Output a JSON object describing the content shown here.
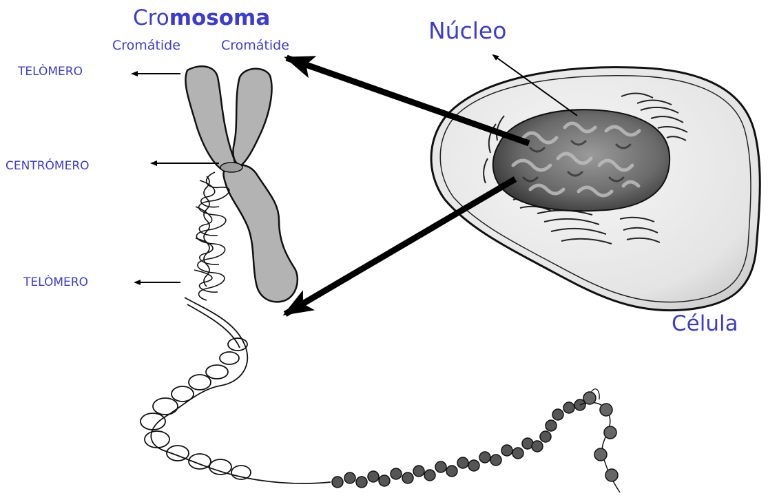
{
  "labels": {
    "chromosome_prefix": "Cro",
    "chromosome_bold": "mosoma",
    "chromatid_left": "Cromátide",
    "chromatid_right": "Cromátide",
    "nucleus": "Núcleo",
    "cell": "Célula",
    "telomere_top": "TELÒMERO",
    "centromere": "CENTRÓMERO",
    "telomere_bottom": "TELÒMERO"
  },
  "colors": {
    "label": "#3b3bd6",
    "chromosome_fill": "#b3b3b3",
    "cell_fill": "#e9e9e9",
    "nucleus_fill": "#6e6e6e",
    "line": "#000000"
  }
}
